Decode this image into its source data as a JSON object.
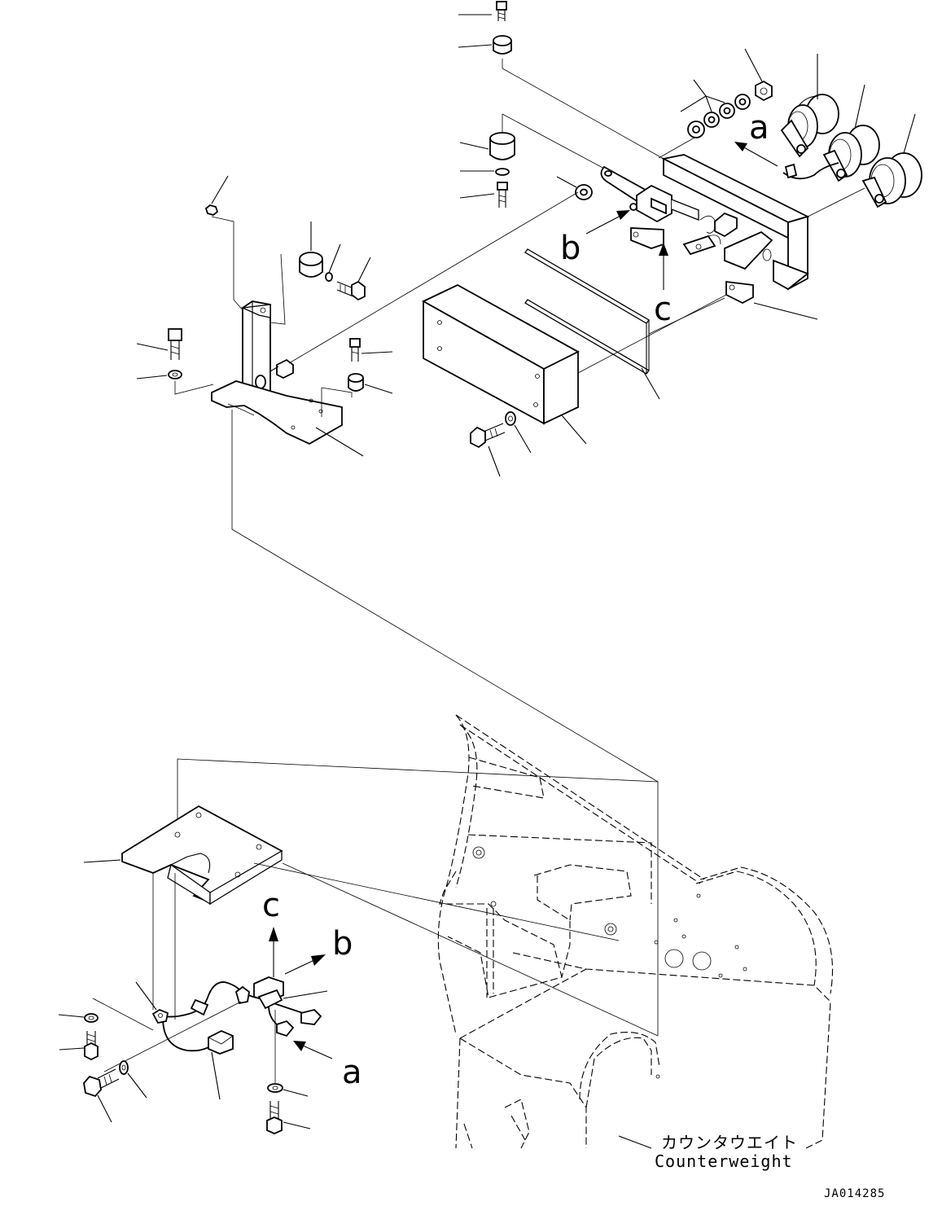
{
  "callouts": {
    "a_top": "a",
    "b_top": "b",
    "c_top": "c",
    "a_bottom": "a",
    "b_bottom": "b",
    "c_bottom": "c"
  },
  "counterweight": {
    "label_jp": "カウンタウエイト",
    "label_en": "Counterweight"
  },
  "drawing_code": "JA014285"
}
